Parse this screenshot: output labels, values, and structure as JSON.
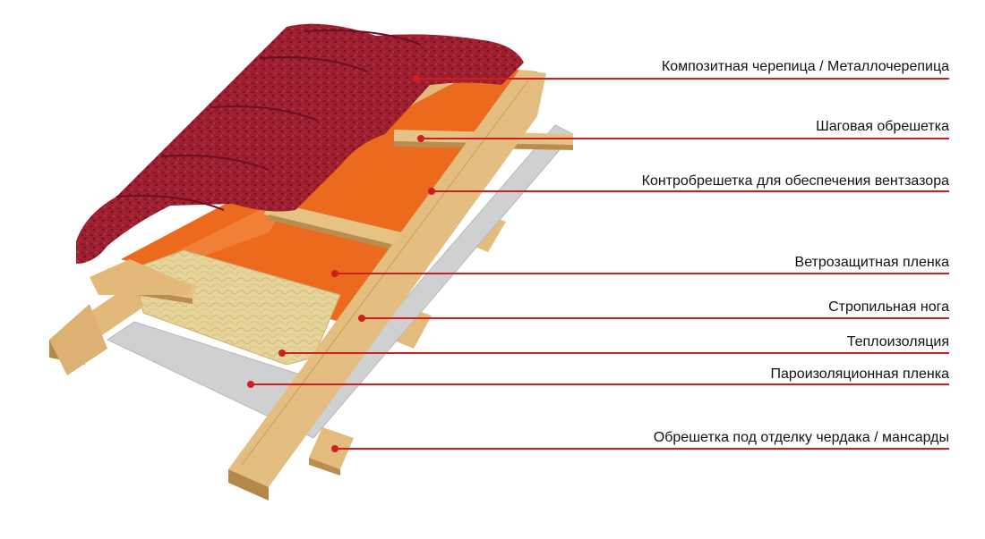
{
  "colors": {
    "leader": "#cc1f1f",
    "tile": "#9e1f30",
    "membrane": "#ec6a1e",
    "wood": "#e4bd80",
    "insulation": "#e6d49a",
    "vapor_film": "#cfd0d2"
  },
  "labels": [
    {
      "id": "composite-tile",
      "text": "Композитная черепица / Металлочерепица"
    },
    {
      "id": "step-batten",
      "text": "Шаговая обрешетка"
    },
    {
      "id": "counter-batten",
      "text": "Контробрешетка для обеспечения вентзазора"
    },
    {
      "id": "wind-film",
      "text": "Ветрозащитная пленка"
    },
    {
      "id": "rafter",
      "text": "Стропильная нога"
    },
    {
      "id": "insulation",
      "text": "Теплоизоляция"
    },
    {
      "id": "vapor-film",
      "text": "Пароизоляционная пленка"
    },
    {
      "id": "attic-batten",
      "text": "Обрешетка под отделку чердака / мансарды"
    }
  ]
}
